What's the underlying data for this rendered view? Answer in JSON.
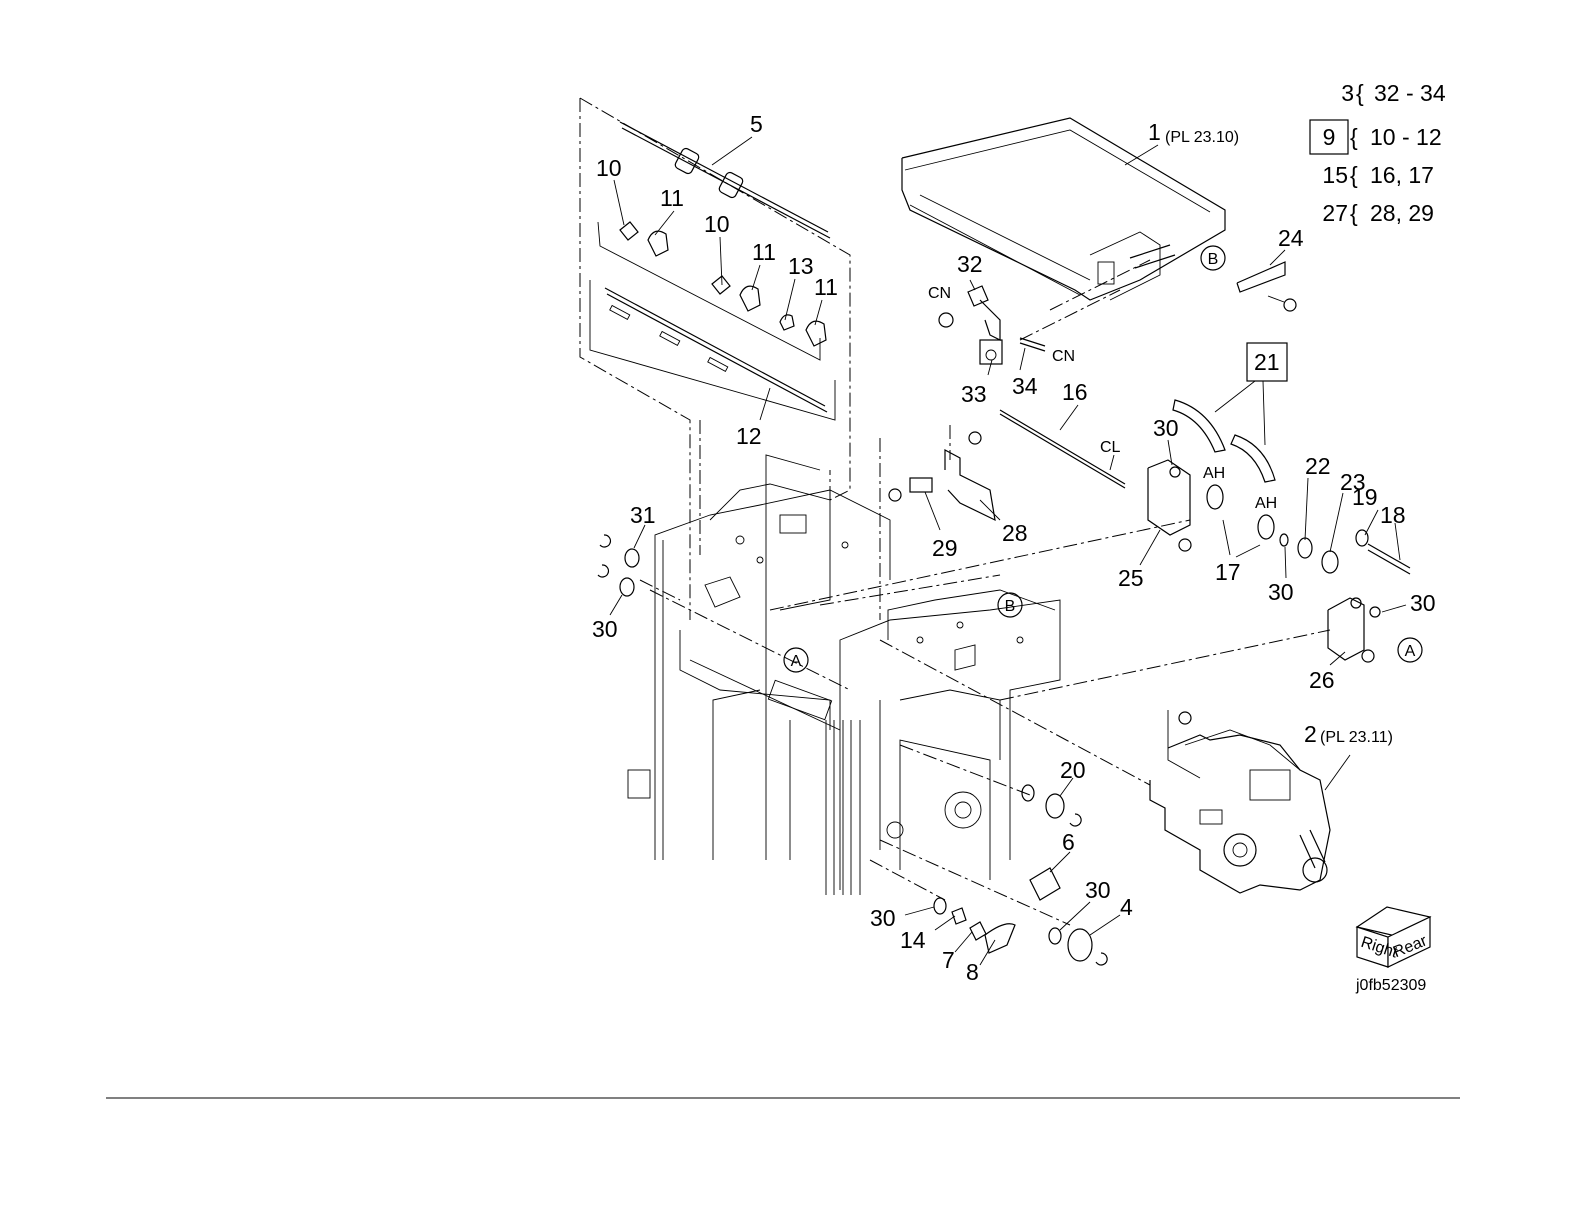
{
  "legend": [
    {
      "parent": "3",
      "boxed": false,
      "children": "32 - 34"
    },
    {
      "parent": "9",
      "boxed": true,
      "children": "10 - 12"
    },
    {
      "parent": "15",
      "boxed": false,
      "children": "16, 17"
    },
    {
      "parent": "27",
      "boxed": false,
      "children": "28, 29"
    }
  ],
  "callouts": {
    "c1": "1",
    "c1_ref": "(PL 23.10)",
    "c2": "2",
    "c2_ref": "(PL 23.11)",
    "c4": "4",
    "c5": "5",
    "c6": "6",
    "c7": "7",
    "c8": "8",
    "c10a": "10",
    "c10b": "10",
    "c11a": "11",
    "c11b": "11",
    "c11c": "11",
    "c12": "12",
    "c13": "13",
    "c14": "14",
    "c16": "16",
    "c17": "17",
    "c18": "18",
    "c19": "19",
    "c20": "20",
    "c21": "21",
    "c22": "22",
    "c23": "23",
    "c24": "24",
    "c25": "25",
    "c26": "26",
    "c28": "28",
    "c29": "29",
    "c30a": "30",
    "c30b": "30",
    "c30c": "30",
    "c30d": "30",
    "c30e": "30",
    "c30f": "30",
    "c31": "31",
    "c32": "32",
    "c33": "33",
    "c34": "34"
  },
  "markers": {
    "cn1": "CN",
    "cn2": "CN",
    "cl": "CL",
    "ah1": "AH",
    "ah2": "AH",
    "circle_a1": "A",
    "circle_a2": "A",
    "circle_b1": "B",
    "circle_b2": "B"
  },
  "orientation": {
    "right": "Right",
    "rear": "Rear"
  },
  "figure_id": "j0fb52309"
}
